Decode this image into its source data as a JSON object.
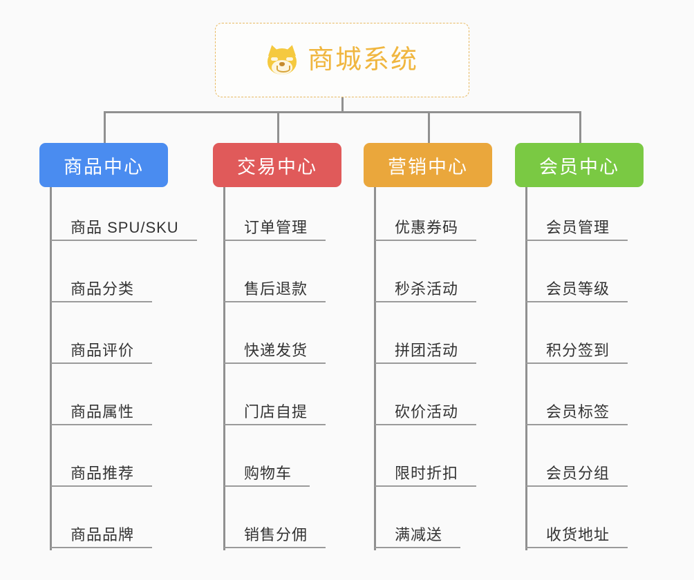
{
  "page": {
    "background_color": "#fafafa",
    "connector_color": "#909090",
    "leaf_line_color": "#9a9a9a",
    "leaf_text_color": "#333333"
  },
  "root": {
    "title": "商城系统",
    "icon": "shiba-inu-icon",
    "border_color": "#e8b960",
    "text_color": "#f0b63f"
  },
  "branches": [
    {
      "label": "商品中心",
      "color": "#4a8cf0",
      "items": [
        "商品 SPU/SKU",
        "商品分类",
        "商品评价",
        "商品属性",
        "商品推荐",
        "商品品牌"
      ]
    },
    {
      "label": "交易中心",
      "color": "#e05a5a",
      "items": [
        "订单管理",
        "售后退款",
        "快递发货",
        "门店自提",
        "购物车",
        "销售分佣"
      ]
    },
    {
      "label": "营销中心",
      "color": "#eaa73c",
      "items": [
        "优惠券码",
        "秒杀活动",
        "拼团活动",
        "砍价活动",
        "限时折扣",
        "满减送"
      ]
    },
    {
      "label": "会员中心",
      "color": "#7ac943",
      "items": [
        "会员管理",
        "会员等级",
        "积分签到",
        "会员标签",
        "会员分组",
        "收货地址"
      ]
    }
  ]
}
